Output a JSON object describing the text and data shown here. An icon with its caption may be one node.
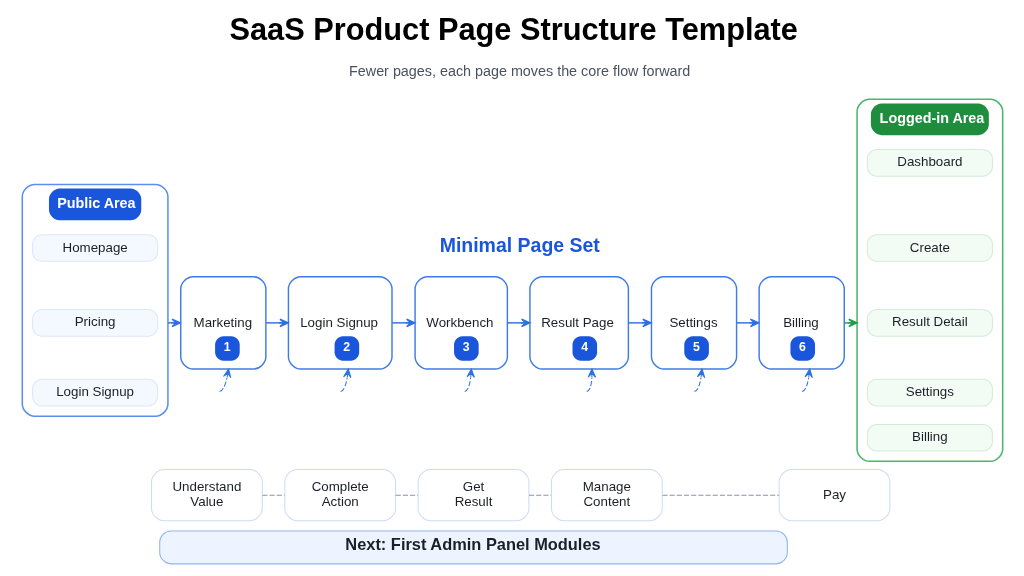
{
  "diagram": {
    "title": "SaaS Product Page Structure Template",
    "nodes": [
      {
        "text": [
          "Public Area"
        ]
      },
      {
        "text": [
          "Homepage"
        ],
        "in": 0
      },
      {
        "text": [
          "Pricing"
        ],
        "in": 0
      },
      {
        "text": [
          "Login Signup"
        ],
        "in": 0
      },
      {
        "text": [
          "Marketing",
          "1"
        ]
      },
      {
        "text": [
          "Login Signup",
          "2"
        ]
      },
      {
        "text": [
          "Workbench",
          "3"
        ]
      },
      {
        "text": [
          "Result Page",
          "4"
        ]
      },
      {
        "text": [
          "Settings",
          "5"
        ]
      },
      {
        "text": [
          "Billing",
          "6"
        ]
      },
      {
        "text": [
          "Logged-in Area"
        ]
      },
      {
        "text": [
          "Dashboard"
        ],
        "in": 10
      },
      {
        "text": [
          "Create"
        ],
        "in": 10
      },
      {
        "text": [
          "Result Detail"
        ],
        "in": 10
      },
      {
        "text": [
          "Settings"
        ],
        "in": 10
      },
      {
        "text": [
          "Billing"
        ],
        "in": 10
      },
      {
        "text": [
          "Understand Value"
        ]
      },
      {
        "text": [
          "Complete Action"
        ]
      },
      {
        "text": [
          "Get Result"
        ]
      },
      {
        "text": [
          "Manage Content"
        ]
      },
      {
        "text": [
          "Pay"
        ]
      },
      {
        "text": [
          "Next: First Admin Panel Modules"
        ]
      }
    ],
    "edges": [
      {
        "from": 0,
        "to": 4,
        "arrow": "to"
      },
      {
        "from": 4,
        "to": 5,
        "arrow": "to"
      },
      {
        "from": 5,
        "to": 6,
        "arrow": "to"
      },
      {
        "from": 6,
        "to": 7,
        "arrow": "to"
      },
      {
        "from": 7,
        "to": 8,
        "arrow": "to"
      },
      {
        "from": 8,
        "to": 9,
        "arrow": "to"
      },
      {
        "from": 9,
        "to": 10,
        "arrow": "to",
        "color": "#1f9d4a"
      },
      {
        "from": null,
        "to": 4,
        "arrow": "to",
        "style": "dashed"
      },
      {
        "from": null,
        "to": 5,
        "arrow": "to",
        "style": "dashed"
      },
      {
        "from": null,
        "to": 6,
        "arrow": "to",
        "style": "dashed"
      },
      {
        "from": null,
        "to": 7,
        "arrow": "to",
        "style": "dashed"
      },
      {
        "from": null,
        "to": 8,
        "arrow": "to",
        "style": "dashed"
      },
      {
        "from": null,
        "to": 9,
        "arrow": "to",
        "style": "dashed"
      },
      {
        "from": 16,
        "to": 17,
        "arrow": "none",
        "style": "dashed",
        "color": "#8a93a6"
      },
      {
        "from": 17,
        "to": 18,
        "arrow": "none",
        "style": "dashed",
        "color": "#8a93a6"
      },
      {
        "from": 18,
        "to": 19,
        "arrow": "none",
        "style": "dashed",
        "color": "#8a93a6"
      },
      {
        "from": 19,
        "to": 20,
        "arrow": "none",
        "style": "dashed",
        "color": "#8a93a6"
      }
    ],
    "labels": [
      "Fewer pages, each page moves the core flow forward",
      "Minimal Page Set"
    ]
  }
}
